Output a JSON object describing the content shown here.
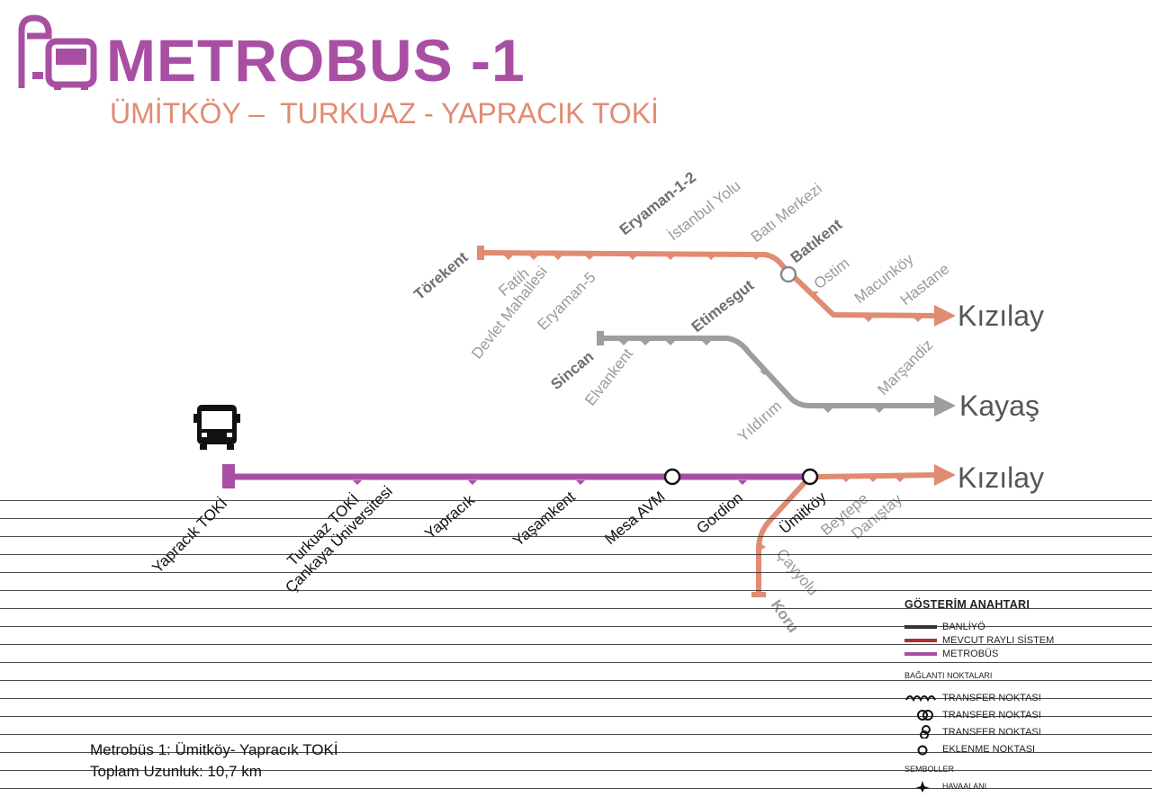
{
  "header": {
    "title": "METROBUS -1",
    "subtitle": "ÜMİTKÖY –  TURKUAZ - YAPRACIK TOKİ"
  },
  "colors": {
    "metrobus": "#a84fa4",
    "ankaray": "#e08b72",
    "banliyo": "#9e9e9e",
    "rail": "#c0392b"
  },
  "lines": {
    "ankaray_top": {
      "destination": "Kızılay",
      "stations": [
        "Törekent",
        "Fatih",
        "Devlet Mahallesi",
        "Eryaman-5",
        "Eryaman-1-2",
        "İstanbul Yolu",
        "Batı Merkezi",
        "Batıkent",
        "Ostim",
        "Macunköy",
        "Hastane"
      ]
    },
    "banliyo": {
      "destination": "Kayaş",
      "stations": [
        "Sincan",
        "Elvankent",
        "Etimesgut",
        "Yıldırım",
        "Marşandiz"
      ]
    },
    "metrobus": {
      "destination": "Kızılay",
      "stations": [
        "Yapracık TOKİ",
        "Turkuaz TOKİ",
        "Çankaya Üniversitesi",
        "Yapracık",
        "Yaşamkent",
        "Mesa AVM",
        "Gordion",
        "Ümitköy"
      ]
    },
    "ankaray_lower": {
      "stations": [
        "Beytepe",
        "Danıştay",
        "Çayyolu",
        "Koru"
      ]
    }
  },
  "legend": {
    "title": "GÖSTERİM ANAHTARI",
    "items": [
      "BANLİYÖ",
      "MEVCUT RAYLI SİSTEM",
      "METROBÜS"
    ],
    "connections_title": "BAĞLANTI NOKTALARI",
    "connections": [
      "TRANSFER NOKTASI",
      "TRANSFER NOKTASI",
      "TRANSFER NOKTASI",
      "EKLENME NOKTASI"
    ],
    "symbols_title": "SEMBOLLER",
    "symbols": [
      "HAVAALANI"
    ]
  },
  "footer": {
    "line1": "Metrobüs 1: Ümitköy- Yapracık TOKİ",
    "line2": "Toplam Uzunluk: 10,7 km"
  }
}
